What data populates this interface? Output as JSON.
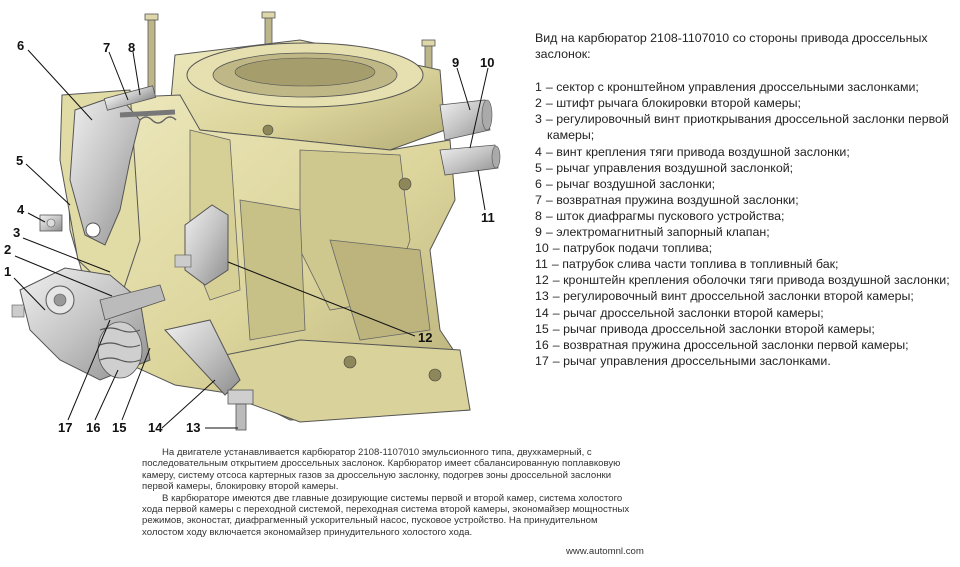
{
  "legend": {
    "title": "Вид на карбюратор 2108-1107010 со стороны привода дроссельных заслонок:",
    "items": [
      {
        "num": "1",
        "text": "– сектор с кронштейном управления дроссельными заслонками;"
      },
      {
        "num": "2",
        "text": "– штифт рычага блокировки второй камеры;"
      },
      {
        "num": "3",
        "text": "– регулировочный винт приоткрывания дроссельной заслонки первой камеры;"
      },
      {
        "num": "4",
        "text": "– винт крепления тяги привода воздушной заслонки;"
      },
      {
        "num": "5",
        "text": "– рычаг управления воздушной заслонкой;"
      },
      {
        "num": "6",
        "text": "– рычаг воздушной заслонки;"
      },
      {
        "num": "7",
        "text": "– возвратная пружина воздушной заслонки;"
      },
      {
        "num": "8",
        "text": "– шток диафрагмы пускового устройства;"
      },
      {
        "num": "9",
        "text": "– электромагнитный запорный клапан;"
      },
      {
        "num": "10",
        "text": "– патрубок подачи топлива;"
      },
      {
        "num": "11",
        "text": "– патрубок слива части топлива в топливный бак;"
      },
      {
        "num": "12",
        "text": "– кронштейн крепления оболочки тяги привода воздушной заслонки;"
      },
      {
        "num": "13",
        "text": "– регулировочный винт дроссельной заслонки второй камеры;"
      },
      {
        "num": "14",
        "text": "– рычаг дроссельной заслонки второй камеры;"
      },
      {
        "num": "15",
        "text": "– рычаг привода дроссельной заслонки второй камеры;"
      },
      {
        "num": "16",
        "text": "– возвратная пружина дроссельной заслонки первой камеры;"
      },
      {
        "num": "17",
        "text": "– рычаг управления дроссельными заслонками."
      }
    ]
  },
  "description": {
    "paragraph1": "На двигателе устанавливается карбюратор 2108-1107010 эмульсионного типа, двухкамерный, с последовательным открытием дроссельных заслонок. Карбюратор имеет сбалансированную поплавковую камеру, систему отсоса картерных газов за дроссельную заслонку, подогрев зоны дроссельной заслонки первой камеры, блокировку второй камеры.",
    "paragraph2": "В карбюраторе имеются две главные дозирующие системы первой и второй камер, система холостого хода первой камеры с переходной системой, переходная система второй камеры, экономайзер мощностных режимов, эконостат, диафрагменный ускорительный насос, пусковое устройство. На принудительном холостом ходу включается экономайзер принудительного холостого хода."
  },
  "site_url": "www.automnl.com",
  "callouts": [
    "1",
    "2",
    "3",
    "4",
    "5",
    "6",
    "7",
    "8",
    "9",
    "10",
    "11",
    "12",
    "13",
    "14",
    "15",
    "16",
    "17"
  ],
  "colors": {
    "body_fill": "#e2dca6",
    "body_shade": "#b8b07a",
    "body_dark": "#8d875a",
    "metal": "#c8c8c8",
    "metal_dark": "#8a8a8a",
    "text": "#222222"
  }
}
